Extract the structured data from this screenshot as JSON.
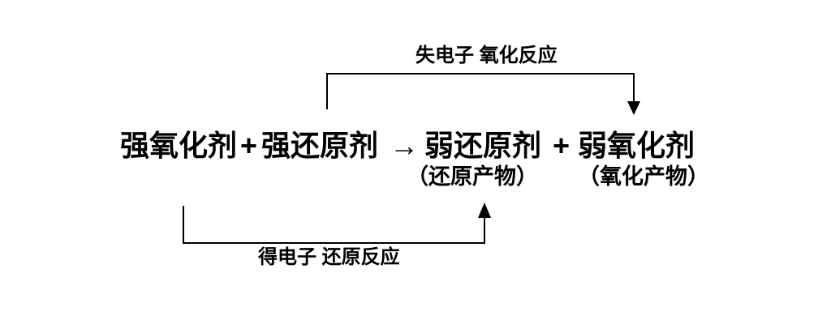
{
  "page": {
    "background": "#ffffff",
    "ink": "#000000"
  },
  "equation": {
    "strong_oxidizer": "强氧化剂",
    "plus1": "+",
    "strong_reducer": "强还原剂",
    "yields_arrow": "→",
    "weak_reducer": "弱还原剂",
    "plus2": "+",
    "weak_oxidizer": "弱氧化剂",
    "reduction_product": "（还原产物）",
    "oxidation_product": "（氧化产物）"
  },
  "arrows": {
    "oxidation": {
      "label": "失电子 氧化反应",
      "from": "强还原剂",
      "to": "弱氧化剂"
    },
    "reduction": {
      "label": "得电子 还原反应",
      "from": "强氧化剂",
      "to": "弱还原剂"
    }
  }
}
